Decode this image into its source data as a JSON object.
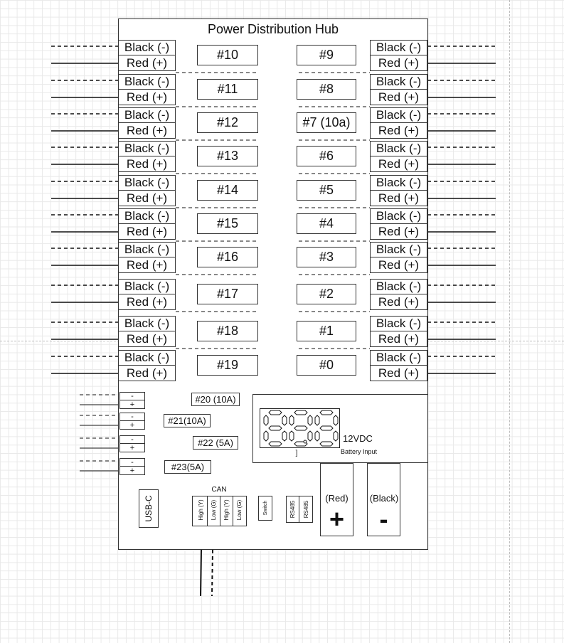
{
  "title": "Power Distribution Hub",
  "wire_labels": {
    "neg": "Black (-)",
    "pos": "Red (+)"
  },
  "ports": {
    "left": [
      "#10",
      "#11",
      "#12",
      "#13",
      "#14",
      "#15",
      "#16",
      "#17",
      "#18",
      "#19"
    ],
    "right": [
      "#9",
      "#8",
      "#7 (10a)",
      "#6",
      "#5",
      "#4",
      "#3",
      "#2",
      "#1",
      "#0"
    ]
  },
  "small_outputs": {
    "labels": [
      "#20 (10A)",
      "#21(10A)",
      "#22 (5A)",
      "#23(5A)"
    ],
    "neg_sign": "-",
    "pos_sign": "+"
  },
  "display": {
    "digits": [
      "8",
      "8",
      "8"
    ],
    "bracket": "]",
    "voltage_label": "12VDC",
    "caption": "Battery Input"
  },
  "battery": {
    "positive": {
      "name": "(Red)",
      "sign": "+"
    },
    "negative": {
      "name": "(Black)",
      "sign": "-"
    }
  },
  "connectors": {
    "usb": "USB-C",
    "can_title": "CAN",
    "can_pins": [
      "High (Y)",
      "Low (G)",
      "High (Y)",
      "Low (G)"
    ],
    "switch": "Switch",
    "rs485": [
      "RS485",
      "RS485"
    ]
  }
}
